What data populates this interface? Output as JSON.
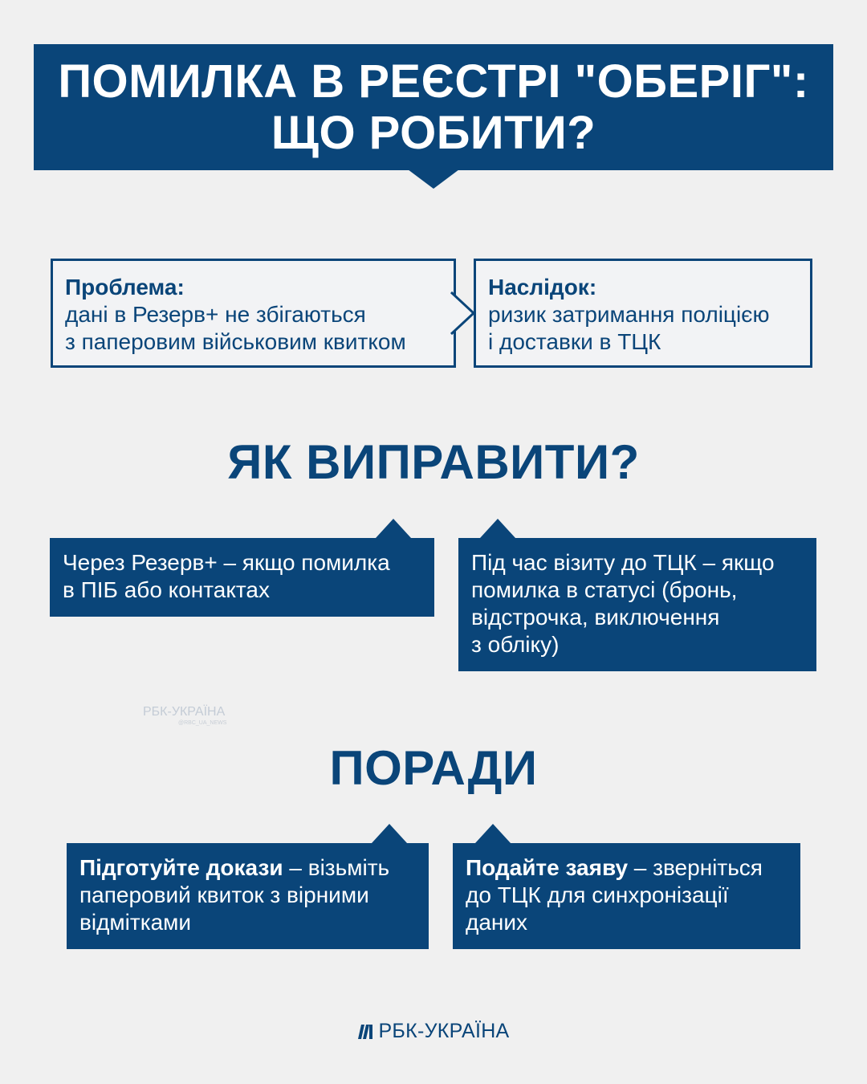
{
  "header": {
    "title_line1": "ПОМИЛКА В РЕЄСТРІ \"ОБЕРІГ\":",
    "title_line2": "ЩО РОБИТИ?"
  },
  "problem": {
    "heading": "Проблема:",
    "lines": [
      "дані в Резерв+ не збігаються",
      "з паперовим військовим квитком"
    ]
  },
  "result": {
    "heading": "Наслідок:",
    "lines": [
      "ризик затримання поліцією",
      "і доставки в ТЦК"
    ]
  },
  "how_to_fix": {
    "title": "ЯК ВИПРАВИТИ?",
    "left_lines": [
      "Через Резерв+ – якщо помилка",
      "в ПІБ або контактах"
    ],
    "right_lines": [
      "Під час візиту до ТЦК – якщо",
      "помилка в статусі (бронь,",
      "відстрочка, виключення",
      "з обліку)"
    ]
  },
  "watermark": {
    "brand": "РБК-УКРАЇНА",
    "handle": "@RBC_UA_NEWS"
  },
  "tips": {
    "title": "ПОРАДИ",
    "left": {
      "bold": "Підготуйте докази",
      "rest": " – візьміть",
      "lines": [
        "паперовий квиток з вірними",
        "відмітками"
      ]
    },
    "right": {
      "bold": "Подайте заяву",
      "rest": " – зверніться",
      "lines": [
        "до ТЦК для синхронізації",
        "даних"
      ]
    }
  },
  "footer": {
    "brand": "РБК-УКРАЇНА",
    "logo_icon": "rbc-logo-icon"
  },
  "colors": {
    "brand_blue": "#0a4579",
    "background": "#f0f0f0"
  }
}
